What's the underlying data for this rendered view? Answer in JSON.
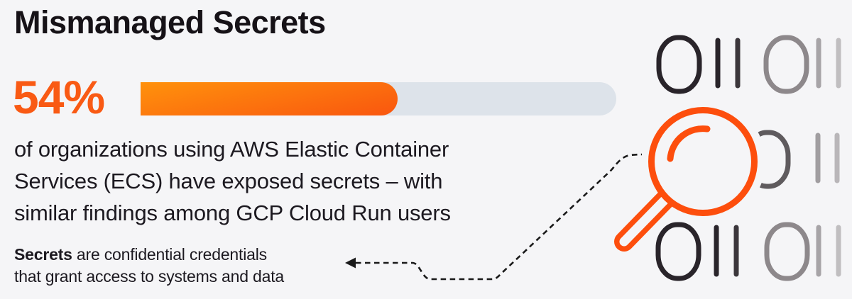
{
  "title": "Mismanaged Secrets",
  "stat": {
    "value_label": "54%",
    "percent": 54
  },
  "description": {
    "lines": [
      "of organizations using AWS Elastic Container",
      "Services (ECS) have exposed secrets – with",
      "similar findings among GCP Cloud Run users"
    ]
  },
  "footnote": {
    "term": "Secrets",
    "line1_rest": " are confidential credentials",
    "line2": "that grant access to systems and data"
  },
  "chart_data": {
    "type": "bar",
    "categories": [
      "Organizations using AWS ECS with exposed secrets"
    ],
    "values": [
      54
    ],
    "title": "Mismanaged Secrets",
    "xlabel": "",
    "ylabel": "",
    "xlim": [
      0,
      100
    ],
    "legend": "none",
    "annotations": [
      "54%"
    ]
  },
  "icons": {
    "magnifier": "magnifying-glass-icon",
    "connector": "dashed-arrow-connector",
    "binary_rows": [
      "OII OII",
      "OII OII",
      "OII OII"
    ]
  },
  "colors": {
    "background": "#f5f5f7",
    "accent_orange": "#fd4e0d",
    "stat_orange": "#f95a14",
    "bar_gradient_start": "#ff920c",
    "bar_gradient_end": "#f9560f",
    "track_gray": "#dde3ea",
    "text_black": "#1c1920",
    "binary_dark": "#29242a",
    "binary_gray": "#8d888b",
    "connector_black": "#1a1a1a"
  }
}
